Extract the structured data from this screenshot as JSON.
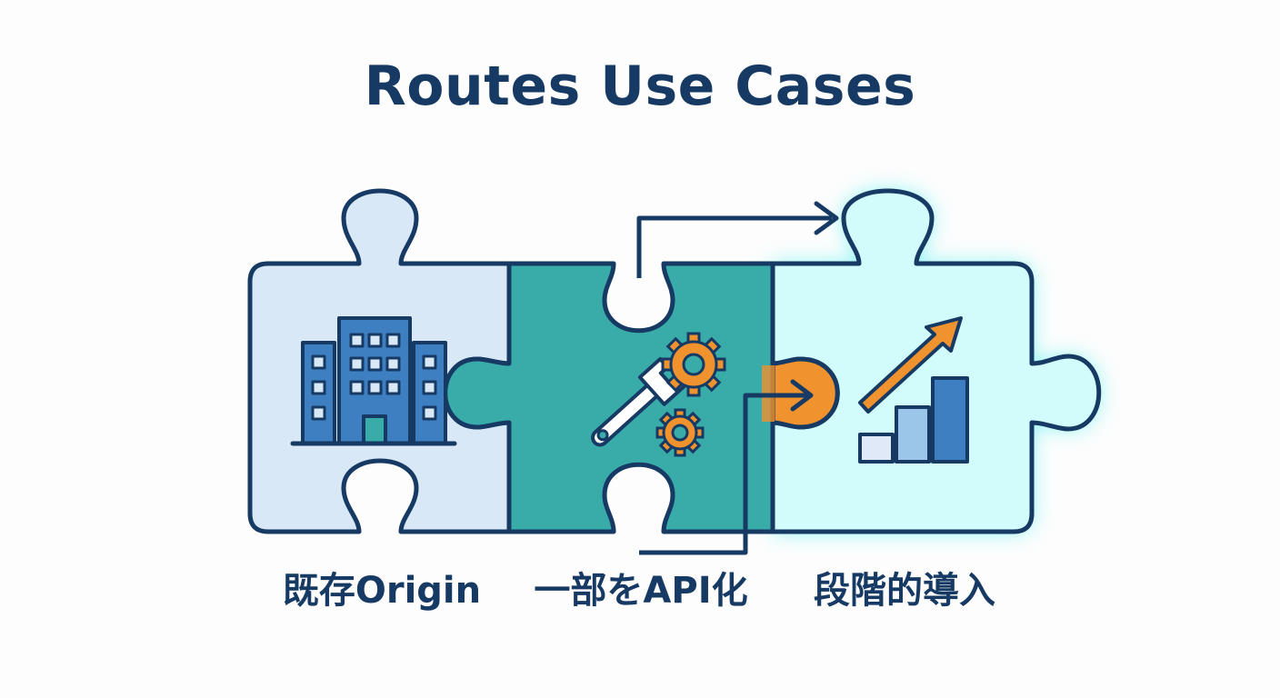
{
  "title": "Routes Use Cases",
  "pieces": [
    {
      "label": "既存Origin",
      "icon": "office-building-icon",
      "fill": "#d9e8f7"
    },
    {
      "label": "一部をAPI化",
      "icon": "wrench-and-gears-icon",
      "fill": "#39acaa"
    },
    {
      "label": "段階的導入",
      "icon": "growth-bar-chart-icon",
      "fill": "#d2fbfb"
    }
  ],
  "colors": {
    "outline": "#163a63",
    "title": "#163a63",
    "accent_orange": "#f0922e",
    "building_blue": "#3d7fc1",
    "glow_cyan": "#5ff0f0",
    "bar_light": "#dfe9f7",
    "bar_mid": "#9cc5ea",
    "bar_dark": "#3d7fc1"
  }
}
